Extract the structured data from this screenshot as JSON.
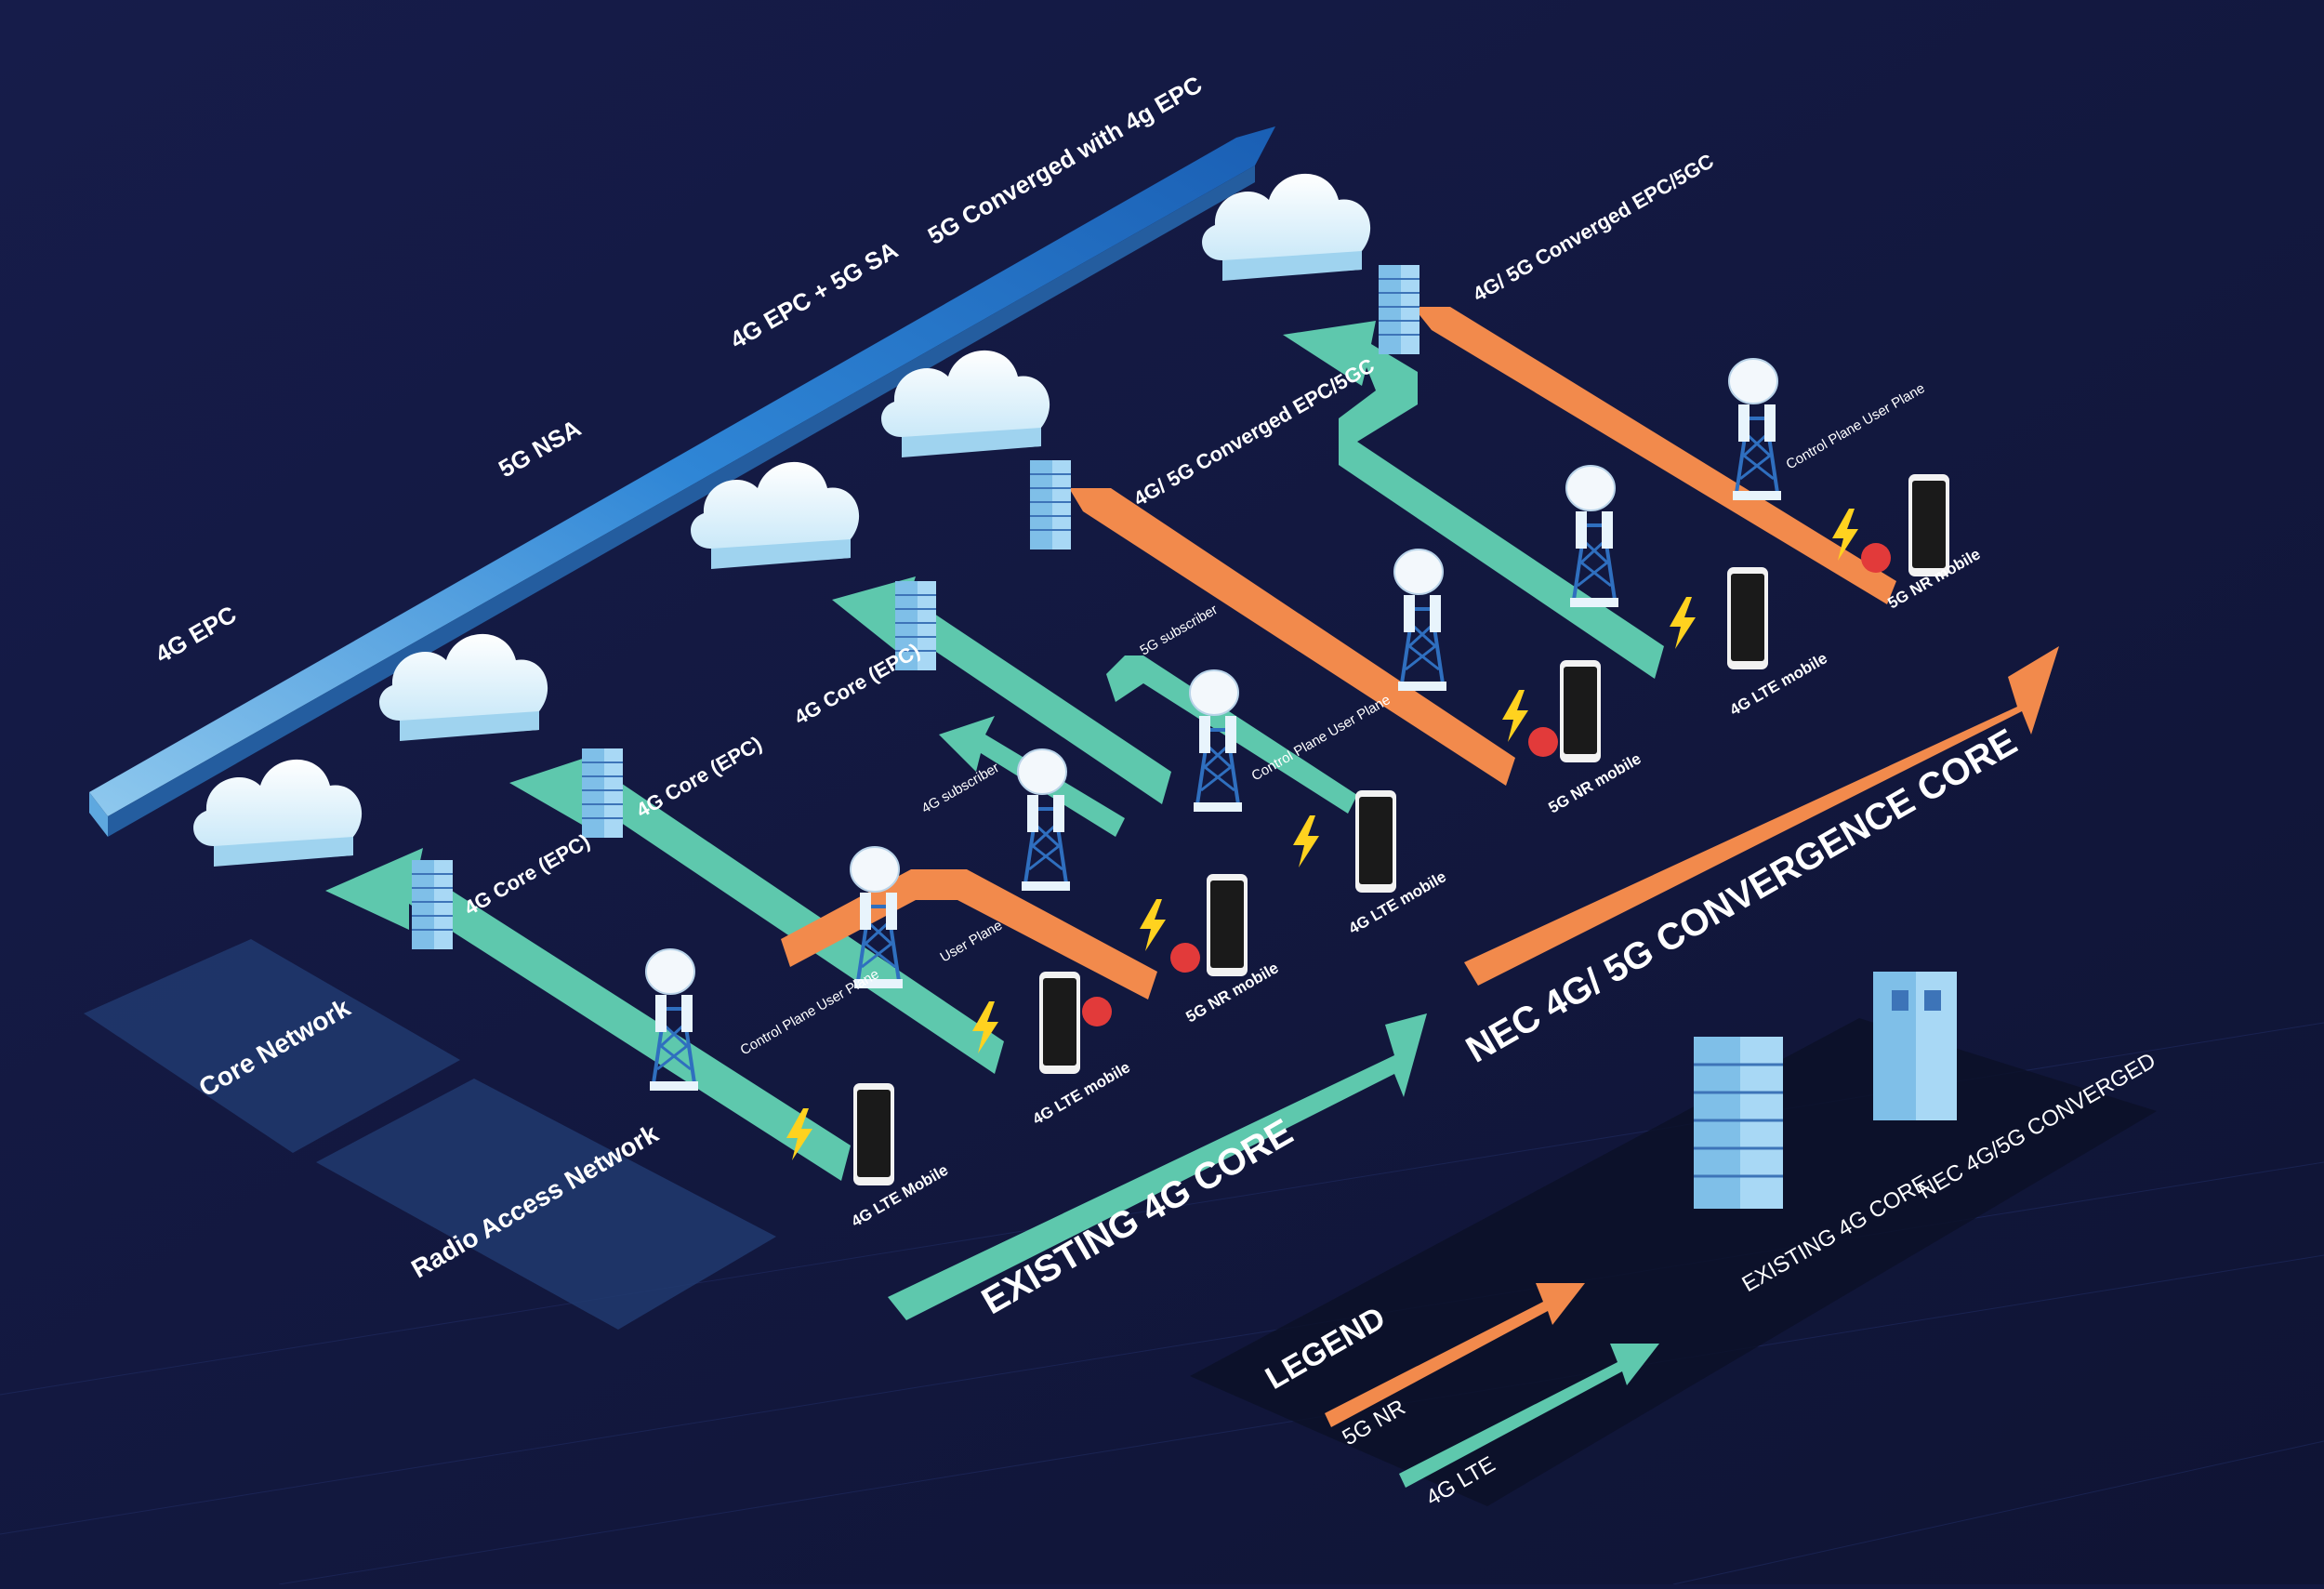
{
  "stages": [
    {
      "label": "4G EPC"
    },
    {
      "label": "5G NSA"
    },
    {
      "label": "4G EPC + 5G SA"
    },
    {
      "label": "5G Converged with 4g EPC"
    }
  ],
  "zones": {
    "core": "Core Network",
    "ran": "Radio Access Network"
  },
  "cores": {
    "c1": "4G Core (EPC)",
    "c2": "4G Core (EPC)",
    "c3": "4G Core (EPC)",
    "c4": "4G/ 5G Converged EPC/5GC",
    "c5": "4G/ 5G Converged EPC/5GC"
  },
  "planes": {
    "p1": "Control Plane User Plane",
    "p2": "User Plane",
    "p3": "Control Plane User Plane",
    "p4": "Control Plane User Plane"
  },
  "subscribers": {
    "s4g": "4G subscriber",
    "s5g": "5G subscriber"
  },
  "mobiles": {
    "m1": "4G LTE Mobile",
    "m2": "4G LTE mobile",
    "m3": "5G NR mobile",
    "m4": "4G LTE mobile",
    "m5": "5G NR mobile",
    "m6": "4G LTE mobile",
    "m7": "5G NR mobile"
  },
  "big_arrows": {
    "existing": "EXISTING 4G CORE",
    "nec": "NEC 4G/ 5G CONVERGENCE CORE"
  },
  "legend": {
    "title": "LEGEND",
    "nr": "5G NR",
    "lte": "4G LTE",
    "existing_core": "EXISTING 4G CORE",
    "nec_converged": "NEC 4G/5G CONVERGED"
  },
  "colors": {
    "background": "#121840",
    "lte": "#5ec8ad",
    "nr": "#f28a4c",
    "timeline": "#3f86d6",
    "zone": "#213a6e"
  }
}
